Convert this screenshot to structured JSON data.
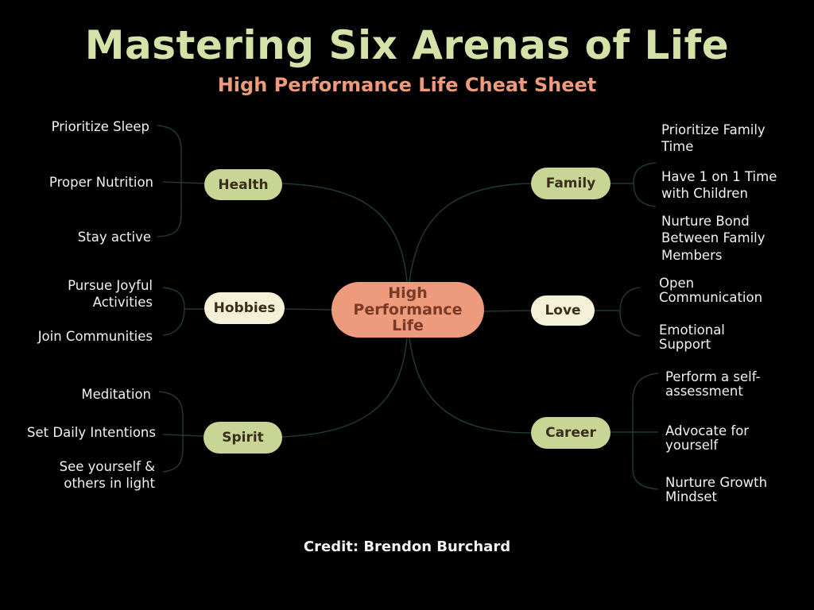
{
  "header": {
    "title": "Mastering Six Arenas of Life",
    "subtitle": "High Performance Life Cheat Sheet"
  },
  "colors": {
    "background": "#000000",
    "title": "#d4e2a8",
    "subtitle": "#ee9a7c",
    "center_node": "#ee9a7c",
    "branch_green": "#c8d595",
    "branch_cream": "#f5f0d8",
    "connector": "#1f3a2e",
    "leaf_text": "#f2f2f2"
  },
  "center": {
    "label": "High Performance Life"
  },
  "branches": {
    "health": {
      "label": "Health",
      "leaves": [
        "Prioritize Sleep",
        "Proper Nutrition",
        "Stay active"
      ]
    },
    "hobbies": {
      "label": "Hobbies",
      "leaves": [
        "Pursue  Joyful\nActivities",
        "Join Communities"
      ]
    },
    "spirit": {
      "label": "Spirit",
      "leaves": [
        "Meditation",
        "Set Daily Intentions",
        "See yourself &\nothers in light"
      ]
    },
    "family": {
      "label": "Family",
      "leaves": [
        "Prioritize Family\nTime",
        "Have 1 on 1 Time\nwith Children",
        "Nurture Bond\nBetween Family\nMembers"
      ]
    },
    "love": {
      "label": "Love",
      "leaves": [
        "Open\nCommunication",
        "Emotional\nSupport"
      ]
    },
    "career": {
      "label": "Career",
      "leaves": [
        "Perform a self-\nassessment",
        "Advocate for\nyourself",
        "Nurture Growth\nMindset"
      ]
    }
  },
  "footer": {
    "credit": "Credit: Brendon Burchard"
  }
}
